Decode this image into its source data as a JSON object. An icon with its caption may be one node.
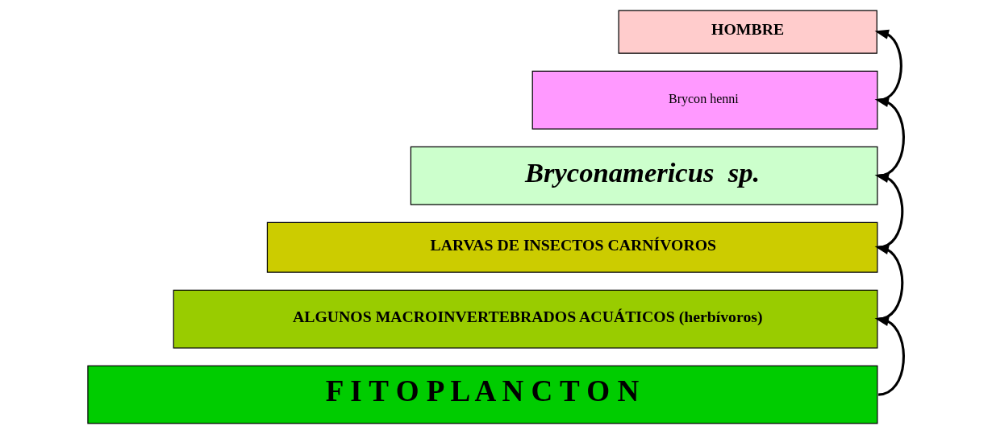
{
  "diagram": {
    "nodes": [
      {
        "text": [
          "HOMBRE"
        ]
      },
      {
        "text": [
          "Brycon henni"
        ]
      },
      {
        "text": [
          "Bryconamericus  sp."
        ]
      },
      {
        "text": [
          "LARVAS DE INSECTOS CARNÍVOROS"
        ]
      },
      {
        "text": [
          "ALGUNOS MACROINVERTEBRADOS ACUÁTICOS (herbívoros)"
        ]
      },
      {
        "text": [
          "F I T O P L A N C T O N"
        ]
      }
    ],
    "edges": [
      {
        "from": 5,
        "to": 4,
        "arrow": "to"
      },
      {
        "from": 4,
        "to": 3,
        "arrow": "to"
      },
      {
        "from": 3,
        "to": 2,
        "arrow": "to"
      },
      {
        "from": 2,
        "to": 1,
        "arrow": "to"
      },
      {
        "from": 1,
        "to": 0,
        "arrow": "to"
      }
    ]
  }
}
